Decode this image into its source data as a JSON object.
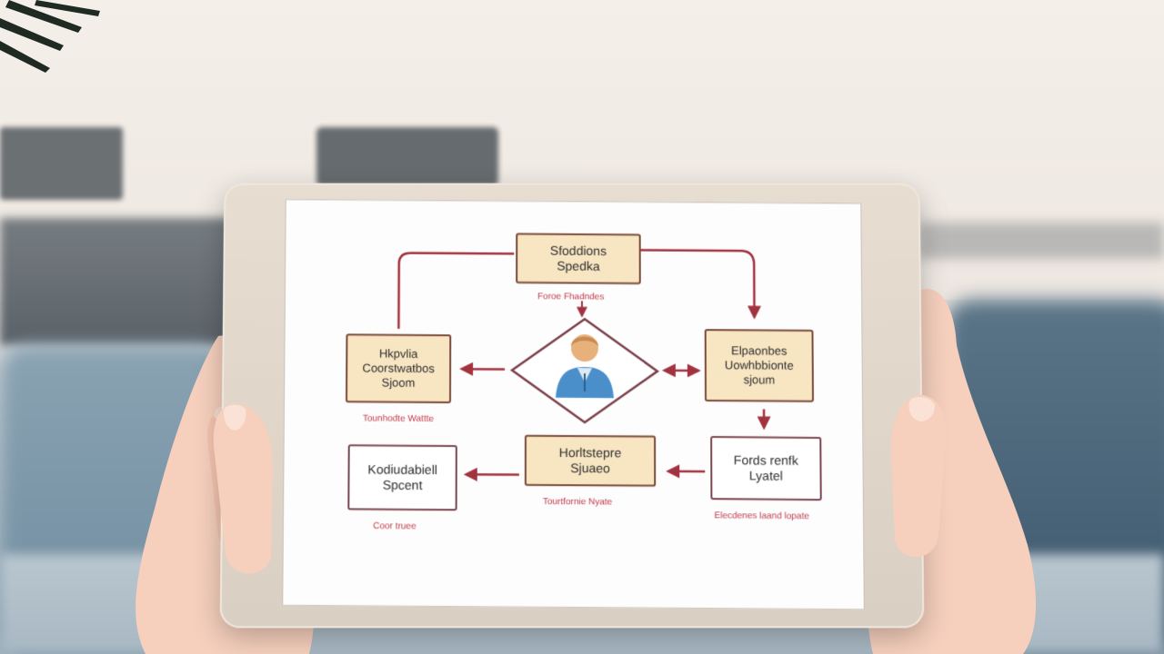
{
  "diagram": {
    "top_node": {
      "line1": "Sfoddions",
      "line2": "Spedka",
      "caption": "Foroe Fhadndes"
    },
    "left_node": {
      "line1": "Hkpvlia",
      "line2": "Coorstwatbos",
      "line3": "Sjoom",
      "caption": "Tounhodte Wattte"
    },
    "right_node": {
      "line1": "Elpaonbes",
      "line2": "Uowhbbionte",
      "line3": "sjoum"
    },
    "bottom_right_node": {
      "line1": "Fords renfk",
      "line2": "Lyatel",
      "caption": "Elecdenes laand lopate"
    },
    "bottom_center_node": {
      "line1": "Horltstepre",
      "line2": "Sjuaeo",
      "caption": "Tourtfornie Nyate"
    },
    "bottom_left_node": {
      "line1": "Kodiudabiell",
      "line2": "Spcent",
      "caption": "Coor truee"
    },
    "center_icon": "person-icon"
  },
  "colors": {
    "node_fill": "#f8e6c3",
    "node_border": "#7a4a3a",
    "arrow": "#a2323f",
    "caption": "#c03b4a",
    "person_shirt": "#4a8fc9",
    "person_head": "#e8b07a"
  }
}
